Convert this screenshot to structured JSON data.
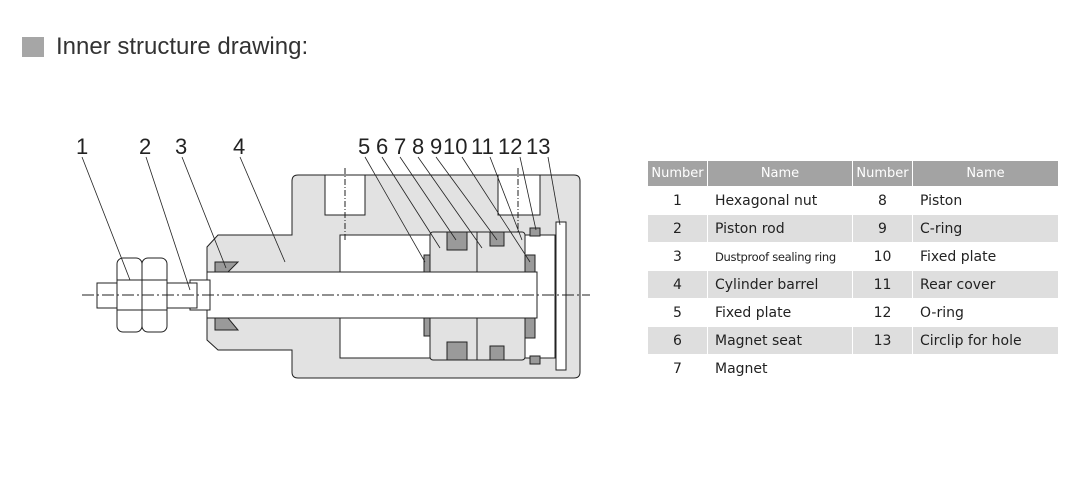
{
  "title": "Inner structure drawing:",
  "callouts": [
    "1",
    "2",
    "3",
    "4",
    "5",
    "6",
    "7",
    "8",
    "9",
    "10",
    "11",
    "12",
    "13"
  ],
  "table": {
    "headers": [
      "Number",
      "Name",
      "Number",
      "Name"
    ],
    "rows": [
      {
        "n1": "1",
        "name1": "Hexagonal nut",
        "n2": "8",
        "name2": "Piston"
      },
      {
        "n1": "2",
        "name1": "Piston rod",
        "n2": "9",
        "name2": "C-ring"
      },
      {
        "n1": "3",
        "name1": "Dustproof sealing ring",
        "n2": "10",
        "name2": "Fixed plate"
      },
      {
        "n1": "4",
        "name1": "Cylinder barrel",
        "n2": "11",
        "name2": "Rear cover"
      },
      {
        "n1": "5",
        "name1": "Fixed plate",
        "n2": "12",
        "name2": "O-ring"
      },
      {
        "n1": "6",
        "name1": "Magnet seat",
        "n2": "13",
        "name2": "Circlip for hole"
      },
      {
        "n1": "7",
        "name1": "Magnet",
        "n2": "",
        "name2": ""
      }
    ]
  }
}
